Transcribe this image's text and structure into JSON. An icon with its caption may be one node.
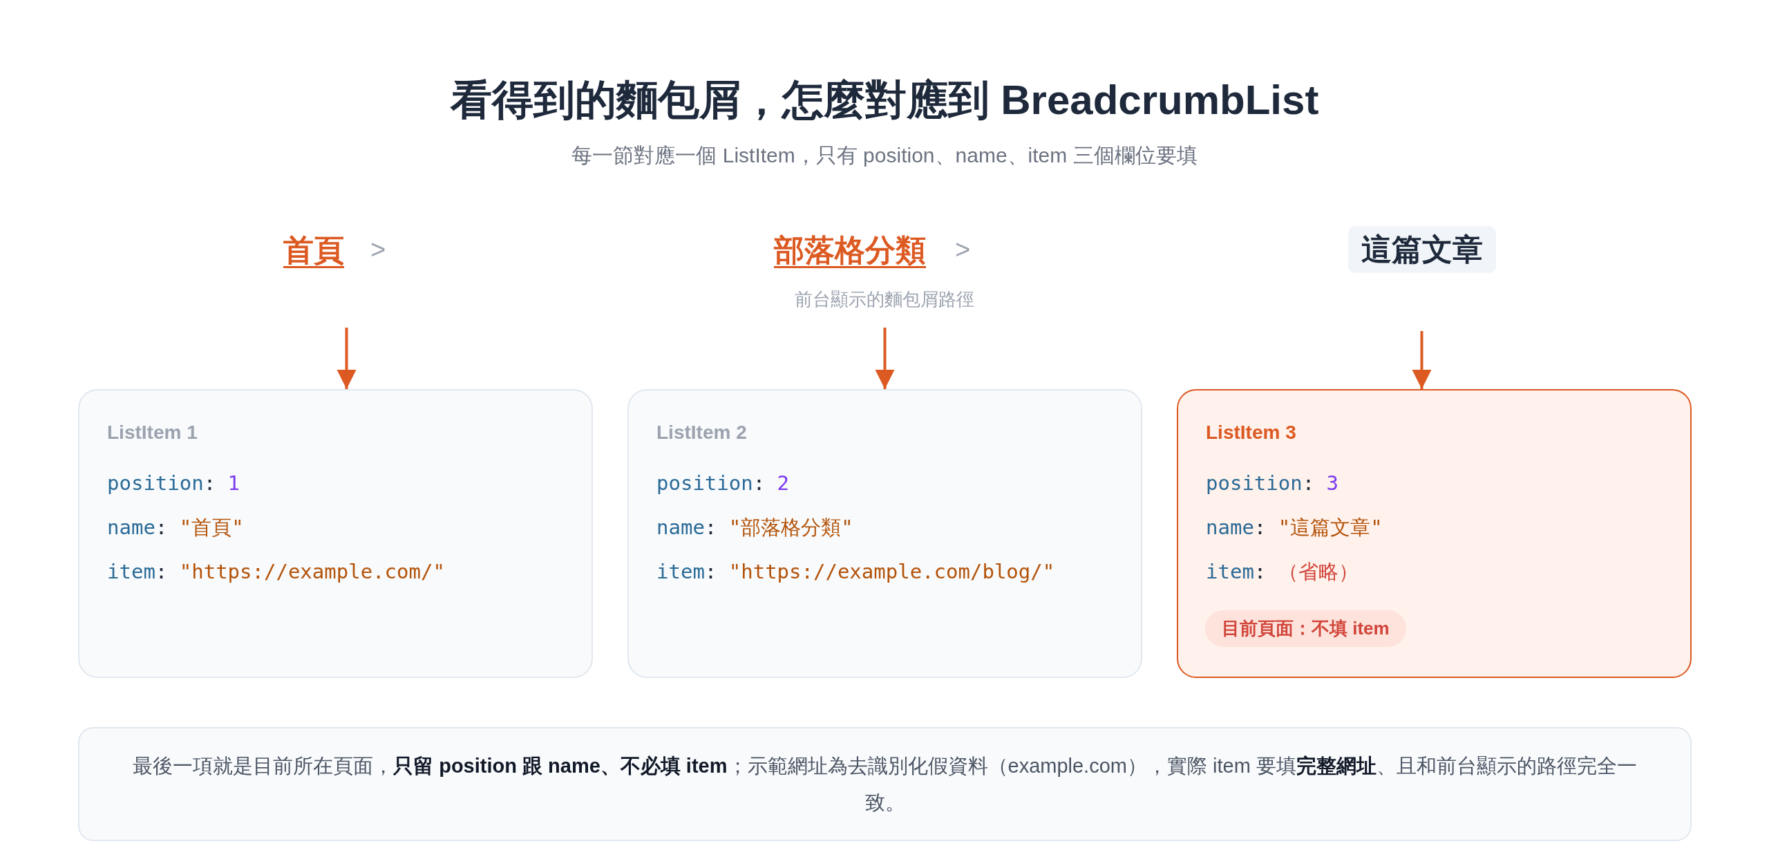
{
  "diagram": {
    "title": "看得到的麵包屑，怎麼對應到 BreadcrumbList",
    "nodes": [
      {
        "text": [
          "首頁"
        ]
      },
      {
        "text": [
          "部落格分類"
        ]
      },
      {
        "text": [
          "這篇文章"
        ]
      },
      {
        "text": [
          "ListItem 1",
          "position: 1",
          "name: \"首頁\"",
          "item: \"https://example.com/\""
        ]
      },
      {
        "text": [
          "ListItem 2",
          "position: 2",
          "name: \"部落格分類\"",
          "item: \"https://example.com/blog/\""
        ]
      },
      {
        "text": [
          "ListItem 3",
          "position: 3",
          "name: \"這篇文章\"",
          "item: （省略）"
        ]
      },
      {
        "text": [
          "目前頁面：不填 item"
        ],
        "in": 5
      },
      {
        "text": [
          "最後一項就是目前所在頁面，**只留 position 跟 name、不必填 item**；示範網址為去識別化假資料（example.com），實際 item 要填**完整網址**、且和前台顯示的路徑完全一致。"
        ]
      }
    ],
    "edges": [
      {
        "from": 0,
        "to": 3,
        "arrow": "to"
      },
      {
        "from": 1,
        "to": 4,
        "arrow": "to"
      },
      {
        "from": 2,
        "to": 5,
        "arrow": "to"
      }
    ],
    "labels": [
      "每一節對應一個 ListItem，只有 position、name、item 三個欄位要填",
      ">",
      ">",
      "前台顯示的麵包屑路徑"
    ]
  }
}
